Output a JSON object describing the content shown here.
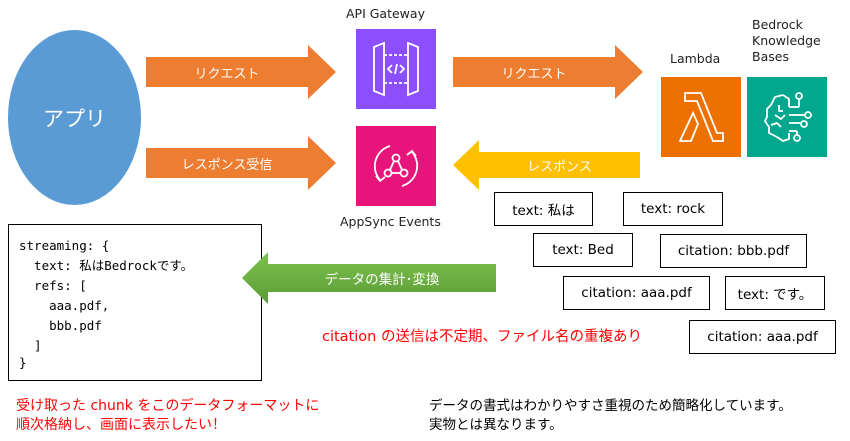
{
  "app": {
    "label": "アプリ"
  },
  "arrows": {
    "request_left": "リクエスト",
    "response_receive": "レスポンス受信",
    "request_right": "リクエスト",
    "response_right": "レスポンス",
    "aggregate": "データの集計･変換"
  },
  "services": {
    "api_gateway": "API Gateway",
    "appsync_events": "AppSync Events",
    "lambda": "Lambda",
    "bedrock_kb_line1": "Bedrock",
    "bedrock_kb_line2": "Knowledge",
    "bedrock_kb_line3": "Bases"
  },
  "colors": {
    "app": "#5b9bd5",
    "request_arrow": "#ed7d31",
    "response_arrow": "#ffc000",
    "aggregate_arrow": "#70ad47",
    "api_gateway": "#8c4fff",
    "appsync": "#e7157b",
    "lambda": "#ed7100",
    "bedrock": "#01a88d"
  },
  "code": {
    "lines": [
      "streaming: {",
      "  text: 私はBedrockです。",
      "  refs: [",
      "    aaa.pdf,",
      "    bbb.pdf",
      "  ]",
      "}"
    ]
  },
  "chunks": [
    "text: 私は",
    "text: rock",
    "text: Bed",
    "citation: bbb.pdf",
    "citation: aaa.pdf",
    "text: です。",
    "citation: aaa.pdf"
  ],
  "notes": {
    "citation_note": "citation の送信は不定期、ファイル名の重複あり",
    "goal_line1": "受け取った chunk をこのデータフォーマットに",
    "goal_line2": "順次格納し、画面に表示したい！",
    "disclaimer_line1": "データの書式はわかりやすさ重視のため簡略化しています。",
    "disclaimer_line2": "実物とは異なります。"
  }
}
